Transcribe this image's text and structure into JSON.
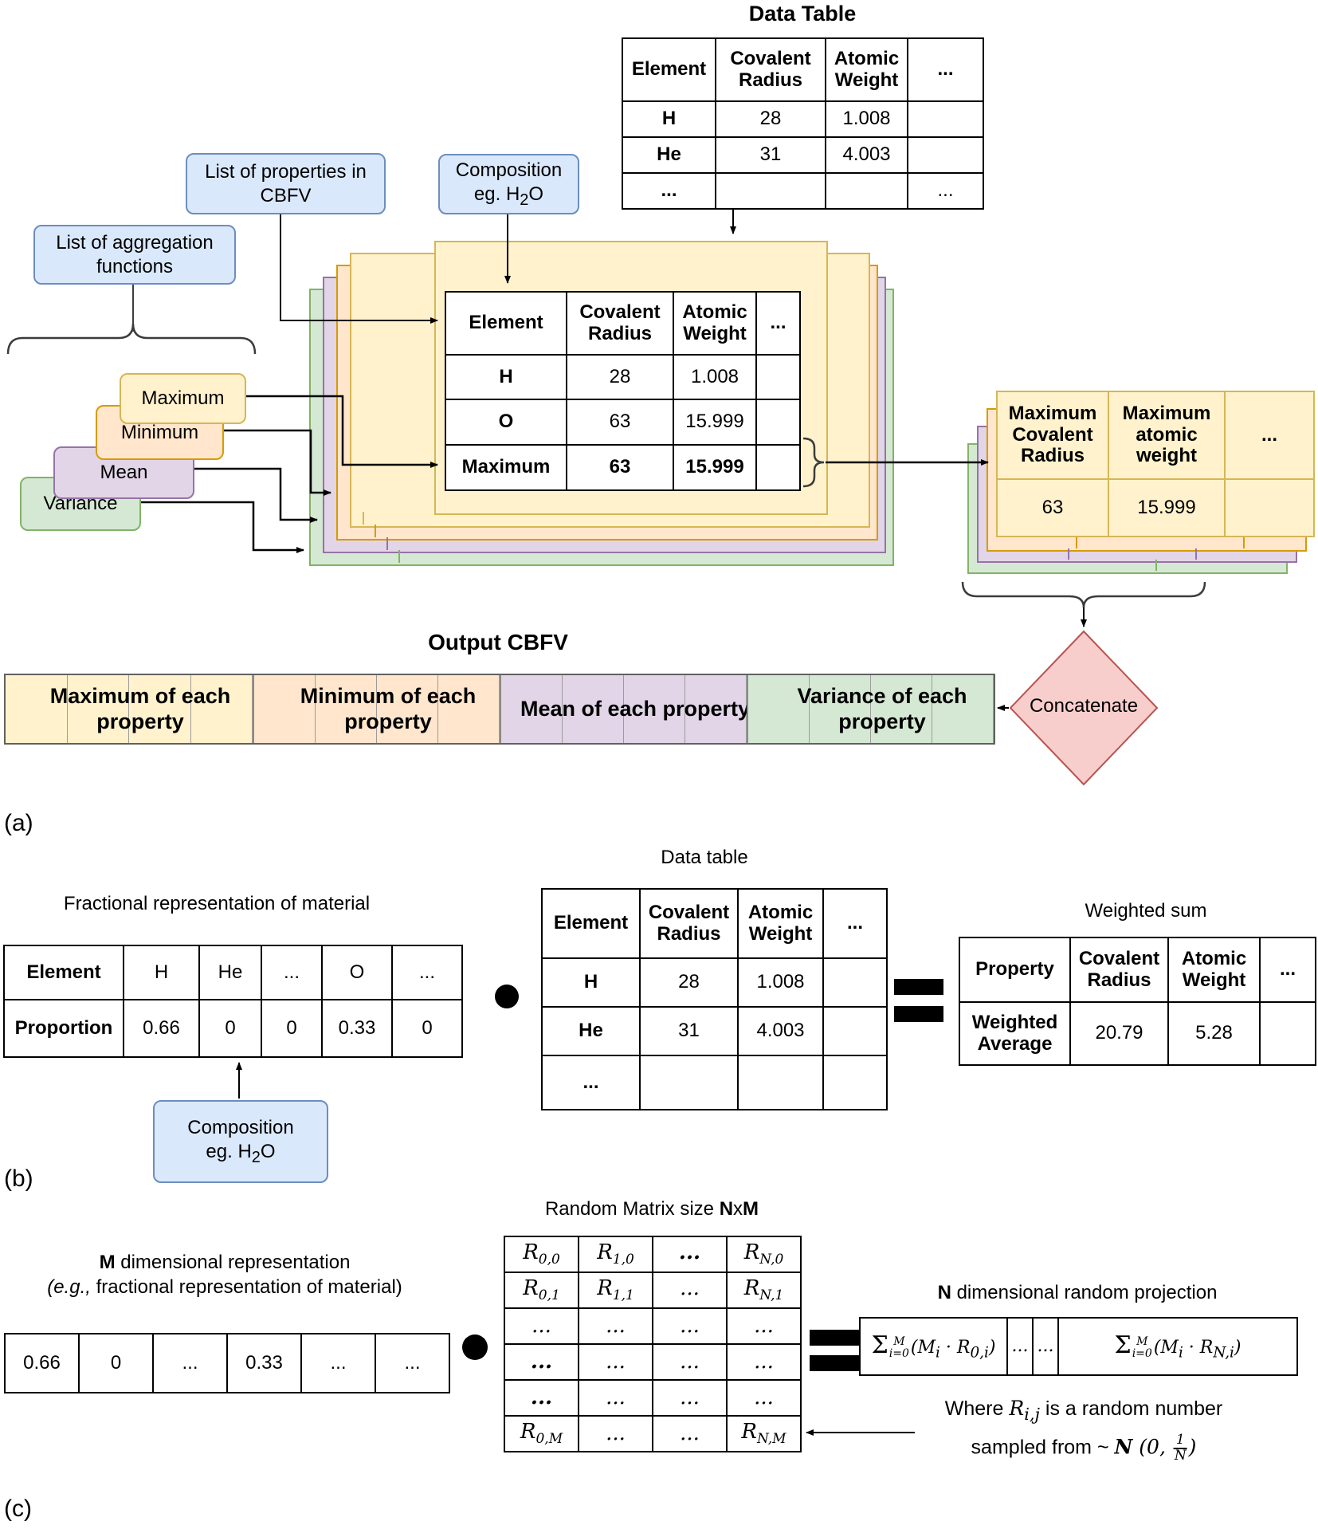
{
  "colors": {
    "blue_fill": "#DAE8FC",
    "blue_stroke": "#6C8EBF",
    "yellow_fill": "#FFF2CC",
    "yellow_stroke": "#D6B656",
    "orange_fill": "#FFE6CC",
    "orange_stroke": "#D79B00",
    "purple_fill": "#E1D5E7",
    "purple_stroke": "#9673A6",
    "green_fill": "#D5E8D4",
    "green_stroke": "#82B366",
    "red_fill": "#F8CECC",
    "red_stroke": "#B85450"
  },
  "labels": {
    "a": "(a)",
    "b": "(b)",
    "c": "(c)"
  },
  "a": {
    "data_table": {
      "title": "Data Table",
      "headers": [
        "Element",
        "Covalent Radius",
        "Atomic Weight",
        "..."
      ],
      "rows": [
        [
          "H",
          "28",
          "1.008",
          ""
        ],
        [
          "He",
          "31",
          "4.003",
          ""
        ],
        [
          "...",
          "",
          "",
          "..."
        ]
      ]
    },
    "list_properties": "List of properties in CBFV",
    "composition": {
      "l1": "Composition",
      "l2a": "eg. H",
      "sub": "2",
      "l2b": "O"
    },
    "list_aggregation": "List of aggregation functions",
    "agg": {
      "maximum": "Maximum",
      "minimum": "Minimum",
      "mean": "Mean",
      "variance": "Variance"
    },
    "stack_table": {
      "headers": [
        "Element",
        "Covalent Radius",
        "Atomic Weight",
        "..."
      ],
      "rows": [
        [
          "H",
          "28",
          "1.008",
          ""
        ],
        [
          "O",
          "63",
          "15.999",
          ""
        ],
        [
          "Maximum",
          "63",
          "15.999",
          ""
        ]
      ]
    },
    "result_table": {
      "headers": [
        "Maximum Covalent Radius",
        "Maximum atomic weight",
        "..."
      ],
      "values": [
        "63",
        "15.999",
        ""
      ]
    },
    "concatenate": "Concatenate",
    "output": {
      "title": "Output CBFV",
      "segments": [
        "Maximum of each property",
        "Minimum of each property",
        "Mean of each property",
        "Variance of each property"
      ]
    }
  },
  "b": {
    "fractional": {
      "title": "Fractional representation of material",
      "header": [
        "Element",
        "H",
        "He",
        "...",
        "O",
        "..."
      ],
      "values": [
        "Proportion",
        "0.66",
        "0",
        "0",
        "0.33",
        "0"
      ]
    },
    "composition": {
      "l1": "Composition",
      "l2a": "eg. H",
      "sub": "2",
      "l2b": "O"
    },
    "data_table": {
      "title": "Data table",
      "headers": [
        "Element",
        "Covalent Radius",
        "Atomic Weight",
        "..."
      ],
      "rows": [
        [
          "H",
          "28",
          "1.008",
          ""
        ],
        [
          "He",
          "31",
          "4.003",
          ""
        ],
        [
          "...",
          "",
          "",
          ""
        ]
      ]
    },
    "weighted": {
      "title": "Weighted sum",
      "headers": [
        "Property",
        "Covalent Radius",
        "Atomic Weight",
        "..."
      ],
      "values": [
        "Weighted Average",
        "20.79",
        "5.28",
        ""
      ]
    }
  },
  "c": {
    "rep_title": {
      "bold": "M",
      "rest": " dimensional representation",
      "line2_italic": "(e.g.,",
      "line2_rest": " fractional representation of material)"
    },
    "vector": [
      "0.66",
      "0",
      "...",
      "0.33",
      "...",
      "..."
    ],
    "matrix": {
      "title_pre": "Random Matrix size ",
      "title_n": "N",
      "title_x": "x",
      "title_m": "M",
      "rows": [
        [
          [
            "R",
            "0,0"
          ],
          [
            "R",
            "1,0"
          ],
          [
            "...",
            ""
          ],
          [
            "R",
            "N,0"
          ]
        ],
        [
          [
            "R",
            "0,1"
          ],
          [
            "R",
            "1,1"
          ],
          [
            "...",
            ""
          ],
          [
            "R",
            "N,1"
          ]
        ],
        [
          [
            "...",
            ""
          ],
          [
            "...",
            ""
          ],
          [
            "...",
            ""
          ],
          [
            "...",
            ""
          ]
        ],
        [
          [
            "...",
            ""
          ],
          [
            "...",
            ""
          ],
          [
            "...",
            ""
          ],
          [
            "...",
            ""
          ]
        ],
        [
          [
            "...",
            ""
          ],
          [
            "...",
            ""
          ],
          [
            "...",
            ""
          ],
          [
            "...",
            ""
          ]
        ],
        [
          [
            "R",
            "0,M"
          ],
          [
            "...",
            ""
          ],
          [
            "...",
            ""
          ],
          [
            "R",
            "N,M"
          ]
        ]
      ]
    },
    "projection": {
      "title_bold": "N",
      "title_rest": " dimensional random projection",
      "cell1": {
        "sigma": "Σ",
        "top": "M",
        "bot": "i=0",
        "p1": "(M",
        "s1": "i",
        "p2": " · R",
        "s2": "0,i",
        "p3": ")"
      },
      "dots1": "...",
      "dots2": "...",
      "cell2": {
        "sigma": "Σ",
        "top": "M",
        "bot": "i=0",
        "p1": "(M",
        "s1": "i",
        "p2": " · R",
        "s2": "N,i",
        "p3": ")"
      }
    },
    "note": {
      "l1a": "Where ",
      "l1rb": "R",
      "l1rs": "i,j",
      "l1b": " is a random number",
      "l2a": "sampled from ~ ",
      "l2n": "N",
      "l2b": " (0, ",
      "fnum": "1",
      "fden": "N",
      "l2c": ")"
    }
  }
}
